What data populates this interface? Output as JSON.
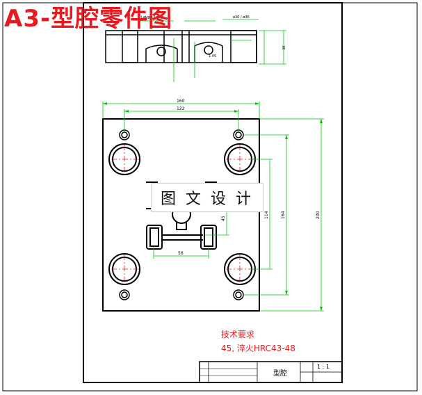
{
  "title": "A3-型腔零件图",
  "watermark": "图文设计",
  "requirements": {
    "heading": "技术要求",
    "line1": "45, 淬火HRC43-48"
  },
  "title_block": {
    "part_name": "型腔",
    "scale": "1 : 1"
  },
  "dimensions": {
    "top_view_total": "160",
    "top_view_inner": "122",
    "right_total": "200",
    "right_inner": "164",
    "right_mid": "114",
    "center_height": "45",
    "center_width": "56",
    "side_height": "38"
  },
  "colors": {
    "line": "#000000",
    "dimension": "#00c400",
    "accent": "#e8191f"
  }
}
